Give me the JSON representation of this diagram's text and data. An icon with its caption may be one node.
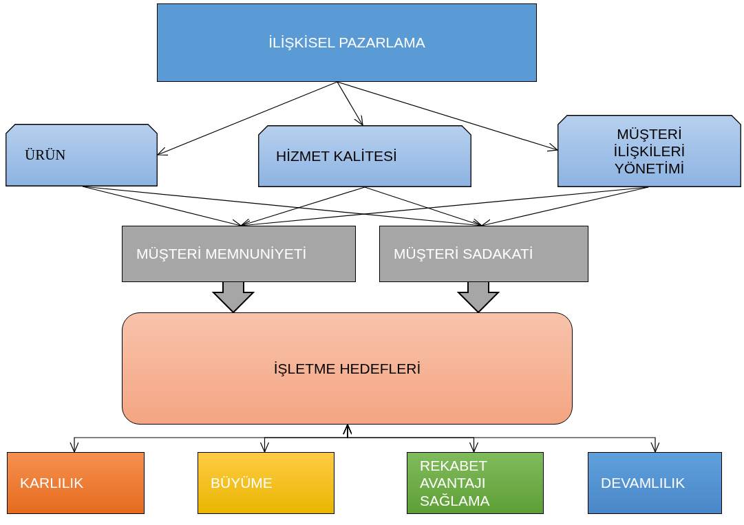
{
  "diagram": {
    "nodes": [
      {
        "text": [
          "İLİŞKİSEL PAZARLAMA"
        ]
      },
      {
        "text": [
          "ÜRÜN"
        ]
      },
      {
        "text": [
          "HİZMET KALİTESİ"
        ]
      },
      {
        "text": [
          "MÜŞTERİ İLİŞKİLERİ YÖNETİMİ"
        ]
      },
      {
        "text": [
          "MÜŞTERİ MEMNUNİYETİ"
        ]
      },
      {
        "text": [
          "MÜŞTERİ SADAKATİ"
        ]
      },
      {
        "text": [
          "İŞLETME HEDEFLERİ"
        ]
      },
      {
        "text": [
          "KARLILIK"
        ]
      },
      {
        "text": [
          "BÜYÜME"
        ]
      },
      {
        "text": [
          "REKABET AVANTAJI SAĞLAMA"
        ]
      },
      {
        "text": [
          "DEVAMLILIK"
        ]
      }
    ],
    "edges": [
      {
        "from": 0,
        "to": 1,
        "arrow": "to"
      },
      {
        "from": 0,
        "to": 2,
        "arrow": "to"
      },
      {
        "from": 0,
        "to": 3,
        "arrow": "to"
      },
      {
        "from": 1,
        "to": 4,
        "arrow": "to"
      },
      {
        "from": 1,
        "to": 5,
        "arrow": "to"
      },
      {
        "from": 2,
        "to": 4,
        "arrow": "to"
      },
      {
        "from": 2,
        "to": 5,
        "arrow": "to"
      },
      {
        "from": 3,
        "to": 4,
        "arrow": "to"
      },
      {
        "from": 3,
        "to": 5,
        "arrow": "to"
      },
      {
        "from": 4,
        "to": 6,
        "arrow": "to",
        "style": "thick",
        "color": "#a6a6a6"
      },
      {
        "from": 5,
        "to": 6,
        "arrow": "to",
        "style": "thick",
        "color": "#a6a6a6"
      },
      {
        "from": 6,
        "to": 7,
        "arrow": "both"
      },
      {
        "from": 6,
        "to": 8,
        "arrow": "both"
      },
      {
        "from": 6,
        "to": 9,
        "arrow": "both"
      },
      {
        "from": 6,
        "to": 10,
        "arrow": "both"
      }
    ]
  }
}
